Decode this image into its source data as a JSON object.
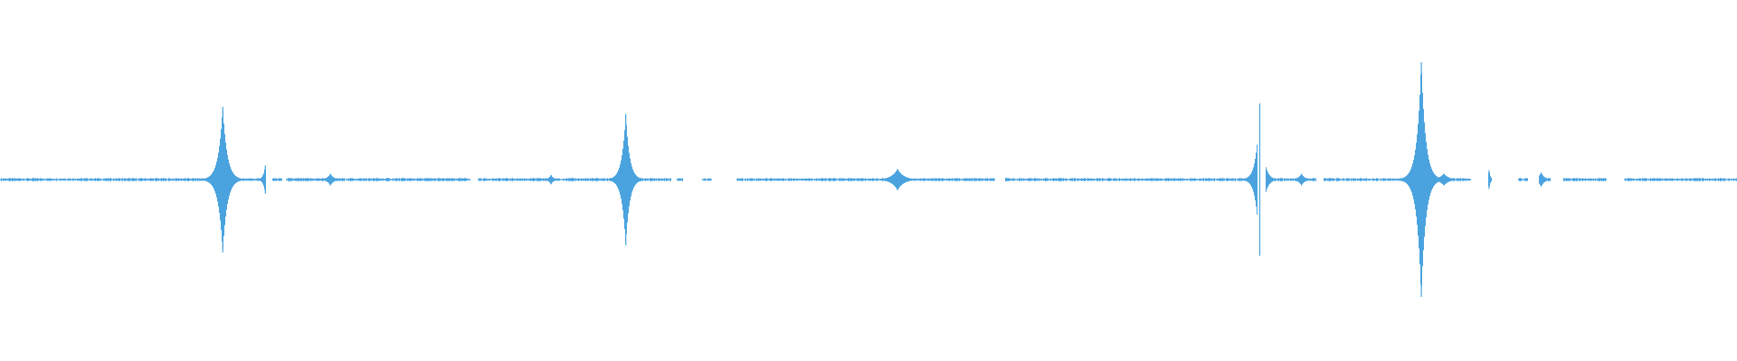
{
  "waveform": {
    "color": "#4aa3df",
    "duration": 1.0,
    "baseline_amplitude": 0.012,
    "gaps": [
      [
        0.153,
        0.1565
      ],
      [
        0.1625,
        0.1645
      ],
      [
        0.2705,
        0.2745
      ],
      [
        0.386,
        0.3895
      ],
      [
        0.393,
        0.404
      ],
      [
        0.4095,
        0.4235
      ],
      [
        0.5725,
        0.5785
      ],
      [
        0.7235,
        0.7285
      ],
      [
        0.7575,
        0.7615
      ],
      [
        0.8465,
        0.8565
      ],
      [
        0.8585,
        0.8735
      ],
      [
        0.8795,
        0.8855
      ],
      [
        0.8925,
        0.8995
      ],
      [
        0.9245,
        0.9345
      ]
    ],
    "spikes": [
      {
        "t": 0.128,
        "amplitude": 0.62,
        "decay": 0.0025
      },
      {
        "t": 0.1525,
        "amplitude": 0.12,
        "decay": 0.0012
      },
      {
        "t": 0.19,
        "amplitude": 0.05,
        "decay": 0.002
      },
      {
        "t": 0.317,
        "amplitude": 0.04,
        "decay": 0.0015
      },
      {
        "t": 0.36,
        "amplitude": 0.56,
        "decay": 0.0022
      },
      {
        "t": 0.5165,
        "amplitude": 0.09,
        "decay": 0.0035
      },
      {
        "t": 0.725,
        "amplitude": 0.65,
        "decay": 0.002
      },
      {
        "t": 0.749,
        "amplitude": 0.05,
        "decay": 0.002
      },
      {
        "t": 0.818,
        "amplitude": 1.0,
        "decay": 0.0025
      },
      {
        "t": 0.8235,
        "amplitude": 0.08,
        "decay": 0.003
      },
      {
        "t": 0.831,
        "amplitude": 0.05,
        "decay": 0.003
      },
      {
        "t": 0.857,
        "amplitude": 0.08,
        "decay": 0.0008
      },
      {
        "t": 0.887,
        "amplitude": 0.06,
        "decay": 0.002
      }
    ]
  }
}
